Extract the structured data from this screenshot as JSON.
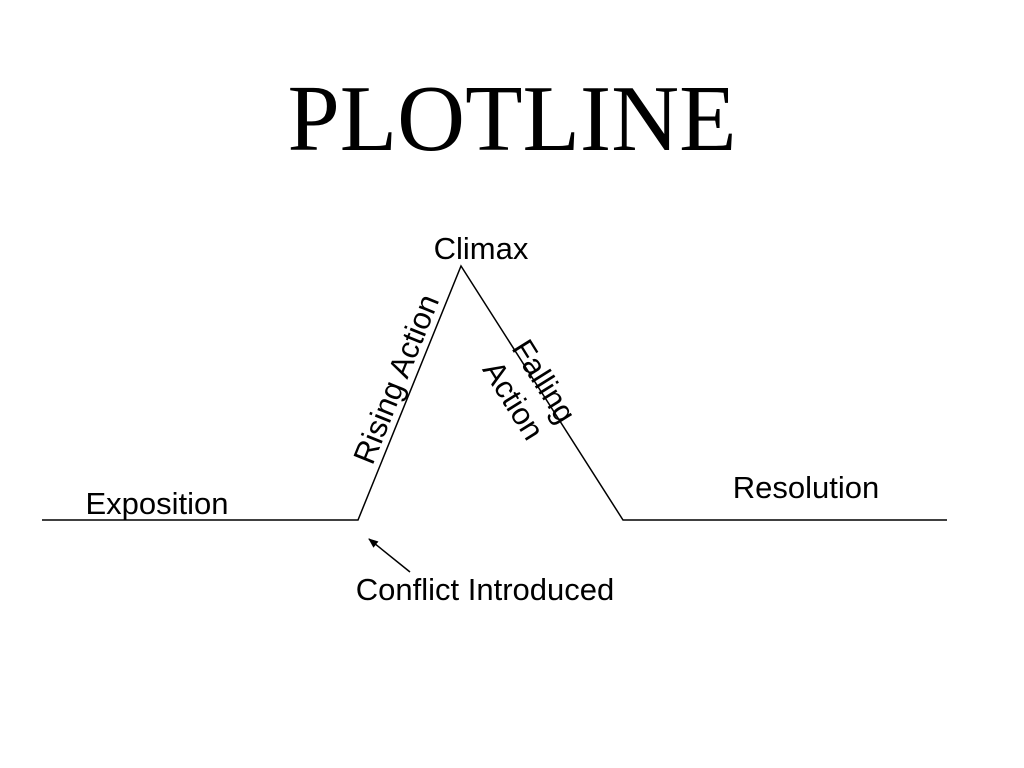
{
  "title": "PLOTLINE",
  "labels": {
    "climax": "Climax",
    "rising_action": "Rising Action",
    "falling_action_line1": "Falling",
    "falling_action_line2": "Action",
    "exposition": "Exposition",
    "resolution": "Resolution",
    "conflict_introduced": "Conflict Introduced"
  },
  "colors": {
    "line": "#000000",
    "text": "#000000",
    "background": "#ffffff"
  }
}
